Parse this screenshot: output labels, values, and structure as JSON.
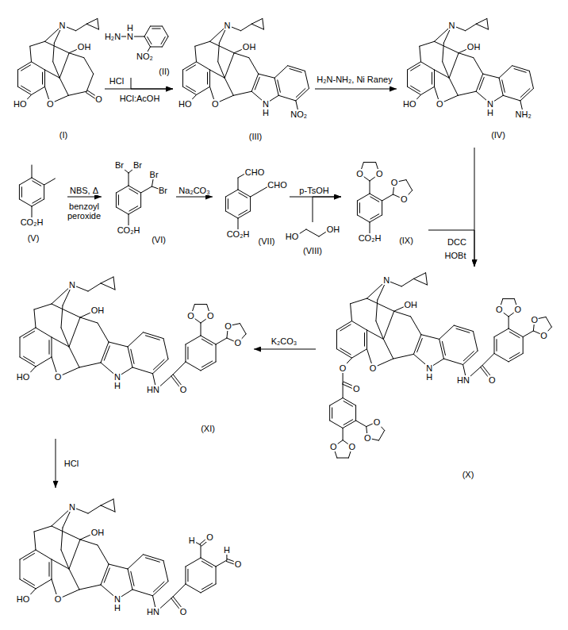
{
  "diagram": {
    "nodes": [
      {
        "text": [
          "HO",
          "O",
          "N",
          "OH",
          "O",
          "(I)"
        ]
      },
      {
        "text": [
          "H₂N",
          "H",
          "N",
          "NO₂",
          "(II)"
        ]
      },
      {
        "text": [
          "HO",
          "O",
          "N",
          "OH",
          "N",
          "H",
          "NO₂",
          "(III)"
        ]
      },
      {
        "text": [
          "HO",
          "O",
          "N",
          "OH",
          "N",
          "H",
          "NH₂",
          "(IV)"
        ]
      },
      {
        "text": [
          "CO₂H",
          "(V)"
        ]
      },
      {
        "text": [
          "Br",
          "Br",
          "Br",
          "Br",
          "CO₂H",
          "(VI)"
        ]
      },
      {
        "text": [
          "CHO",
          "CHO",
          "CO₂H",
          "(VII)"
        ]
      },
      {
        "text": [
          "HO",
          "OH",
          "(VIII)"
        ]
      },
      {
        "text": [
          "O",
          "O",
          "O",
          "O",
          "CO₂H",
          "(IX)"
        ]
      },
      {
        "text": [
          "HO",
          "O",
          "N",
          "OH",
          "N",
          "H",
          "HN",
          "O",
          "O",
          "O",
          "O",
          "O",
          "(XI)"
        ]
      },
      {
        "text": [
          "O",
          "O",
          "N",
          "OH",
          "N",
          "H",
          "HN",
          "O",
          "O",
          "O",
          "O",
          "O",
          "O",
          "O",
          "O",
          "O",
          "O",
          "(X)"
        ]
      },
      {
        "text": [
          "HO",
          "O",
          "N",
          "OH",
          "N",
          "H",
          "HN",
          "O",
          "O",
          "H",
          "O",
          "H"
        ]
      }
    ],
    "edges": [
      {
        "from": 0,
        "to": 2,
        "arrow": "to"
      },
      {
        "from": 1,
        "to": 2,
        "arrow": "to"
      },
      {
        "from": 2,
        "to": 3,
        "arrow": "to"
      },
      {
        "from": 3,
        "to": 10,
        "arrow": "to"
      },
      {
        "from": 4,
        "to": 5,
        "arrow": "to"
      },
      {
        "from": 5,
        "to": 6,
        "arrow": "to"
      },
      {
        "from": 6,
        "to": 8,
        "arrow": "to"
      },
      {
        "from": 7,
        "to": 8,
        "arrow": "to"
      },
      {
        "from": 8,
        "to": 10,
        "arrow": "to"
      },
      {
        "from": 10,
        "to": 9,
        "arrow": "to"
      },
      {
        "from": 9,
        "to": 11,
        "arrow": "to"
      }
    ],
    "labels": [
      "HCl",
      "HCl:AcOH",
      "H₂N-NH₂, Ni Raney",
      "NBS, Δ",
      "benzoyl peroxide",
      "Na₂CO₃",
      "p-TsOH",
      "DCC",
      "HOBt",
      "K₂CO₃",
      "HCl"
    ]
  }
}
